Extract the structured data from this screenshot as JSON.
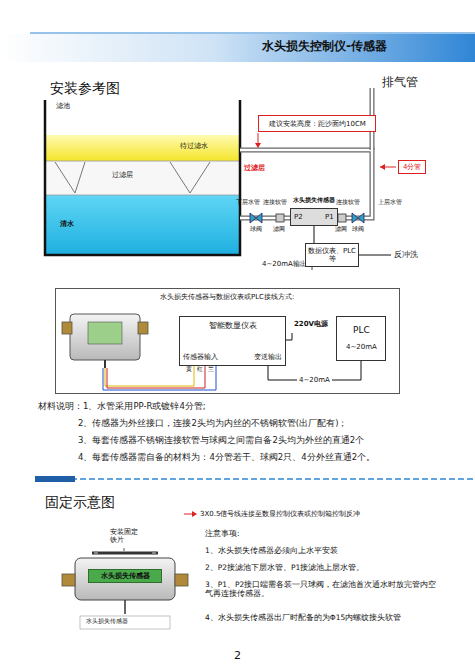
{
  "diagram": {
    "title": "水头损失控制仪-传感器",
    "nodes": [
      {
        "text": [
          "建议安装高度：距沙面约10CM"
        ]
      },
      {
        "text": [
          "4分管"
        ]
      },
      {
        "text": [
          "水头损失传感器",
          "P2",
          "P1"
        ]
      },
      {
        "text": [
          "数据仪表、PLC等"
        ]
      },
      {
        "text": [
          "水头损失传感器与数据仪表或PLC接线方式:"
        ]
      },
      {
        "text": [
          "智能数显仪表",
          "传感器输入",
          "变送输出"
        ],
        "in": 4
      },
      {
        "text": [
          "PLC",
          "4~20mA"
        ],
        "in": 4
      },
      {
        "text": [
          "水头损失传感器"
        ]
      }
    ],
    "edges": [
      {
        "from": 2,
        "to": 3,
        "arrow": "none"
      },
      {
        "from": 5,
        "to": 6,
        "label": "4~20mA",
        "arrow": "none"
      }
    ],
    "labels": [
      "安装参考图",
      "滤池",
      "待过滤水",
      "过滤层",
      "清水",
      "过滤层",
      "排气管",
      "下层水管",
      "连接软管",
      "连接软管",
      "上层水管",
      "球阀",
      "滤网",
      "滤网",
      "球阀",
      "4~20mA输出",
      "反冲洗",
      "220V电源",
      "黄",
      "红",
      "兰",
      "材料说明：1、水管采用PP-R或镀锌4分管;",
      "2、传感器为外丝接口，连接2头均为内丝的不锈钢软管(出厂配有)；",
      "3、每套传感器不锈钢连接软管与球阀之间需自备2头均为外丝的直通2个",
      "4、每套传感器需自备的材料为：4分管若干、球阀2只、4分外丝直通2个。",
      "固定示意图",
      "3X0.5信号线连接至数显控制仪表或控制箱控制反冲",
      "注意事项:",
      "1、水头损失传感器必须向上水平安装",
      "2、P2接滤池下层水管、P1接滤池上层水管。",
      "3、P1、P2接口端需各装一只球阀，在滤池首次通水时放完管内空气再连接传感器。",
      "4、水头损失传感器出厂时配备的为Φ15内螺纹接头软管",
      "安装固定铁片",
      "水头损失传感器",
      "2"
    ]
  }
}
